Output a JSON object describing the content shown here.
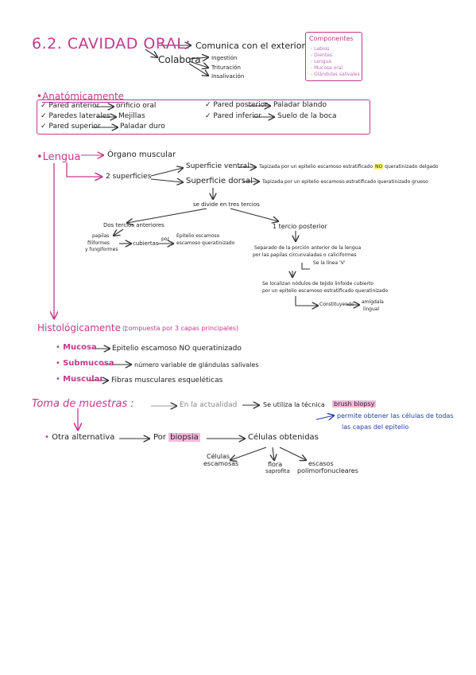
{
  "header": {
    "title": "6.2. CAVIDAD ORAL:",
    "comunica": "Comunica con el exterior",
    "colabora": "Colabora",
    "colabora_items": [
      "Ingestión",
      "Trituración",
      "Insalivación"
    ]
  },
  "componentes": {
    "title": "Componentes",
    "items": [
      "- Labios",
      "- Dientes",
      "- Lengua",
      "- Mucosa oral",
      "- Glándulas salivales"
    ]
  },
  "anatomicamente": {
    "heading": "Anatómicamente",
    "left": [
      {
        "part": "Pared anterior",
        "target": "orificio oral"
      },
      {
        "part": "Paredes laterales",
        "target": "Mejillas"
      },
      {
        "part": "Pared superior",
        "target": "Paladar duro"
      }
    ],
    "right": [
      {
        "part": "Pared posterior",
        "target": "Paladar blando"
      },
      {
        "part": "Pared inferior",
        "target": "Suelo de la boca"
      }
    ],
    "check": "✓"
  },
  "lengua": {
    "heading": "Lengua",
    "organo": "Órgano muscular",
    "superficies": "2 superficies",
    "ventral": {
      "label": "Superficie ventral",
      "desc_pre": "Tapizada por un epitelio escamoso estratificado ",
      "desc_hl": "NO",
      "desc_post": " queratinizado delgado"
    },
    "dorsal": {
      "label": "Superficie dorsal",
      "desc": "Tapizada por un epitelio escamoso estratificado queratinizado grueso"
    },
    "tercios": "se divide en tres tercios",
    "anteriores": {
      "label": "Dos tercios anteriores",
      "papilas": "papilas",
      "papilas_sub1": "filiformes",
      "papilas_sub2": "y fungiformes",
      "cubiertas": "cubiertas",
      "por": "por",
      "epitelio": "Epitelio escamoso",
      "epitelio2": "escamoso queratinizado"
    },
    "posterior": {
      "label": "1 tercio posterior",
      "sep1": "Separado de la porción anterior de la lengua",
      "sep2": "por las papilas circunvaladas o caliciformes",
      "linea": "Se la línea 'V'",
      "nod1": "Se localizan nódulos de tejido linfoide cubierto",
      "nod2": "por un epitelio escamoso estratificado queratinizado",
      "constituyendo": "Constituyendo",
      "amigdala": "amígdala",
      "lingual": "lingual"
    }
  },
  "histologicamente": {
    "heading": "Histológicamente :",
    "note": "(compuesta por 3 capas principales)",
    "layers": [
      {
        "name": "Mucosa",
        "desc": "Epitelio escamoso NO queratinizado"
      },
      {
        "name": "Submucosa",
        "desc": "número variable de glándulas salivales"
      },
      {
        "name": "Muscular",
        "desc": "Fibras musculares esqueléticas"
      }
    ]
  },
  "toma": {
    "heading": "Toma de muestras :",
    "actualidad": "En la actualidad",
    "tecnica": "Se utiliza la técnica",
    "brush": "brush biopsy",
    "permite1": "permite obtener las células de todas",
    "permite2": "las capas del epitelio",
    "otra": "Otra alternativa",
    "por": "Por",
    "biopsia": "biopsia",
    "celulas": "Células obtenidas",
    "result1a": "Células",
    "result1b": "escamosas",
    "result2a": "flora",
    "result2b": "saprofita",
    "result3a": "escasos",
    "result3b": "polimorfonucleares"
  }
}
